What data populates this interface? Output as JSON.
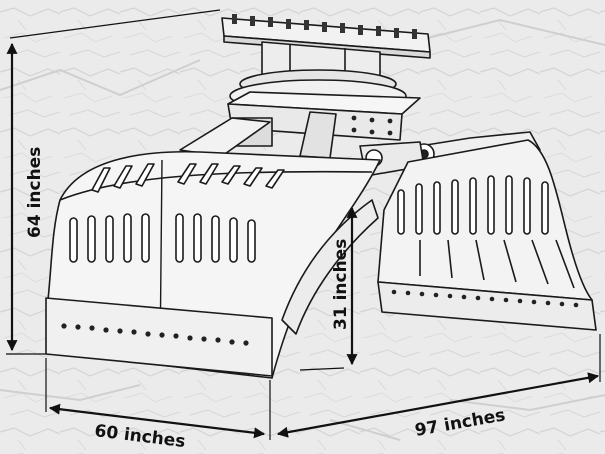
{
  "diagram": {
    "subject": "sorting grapple attachment (technical line drawing) with overall dimensions",
    "dimensions": {
      "height": "64 inches",
      "width": "60 inches",
      "open_length": "97 inches",
      "jaw_height": "31 inches"
    }
  }
}
